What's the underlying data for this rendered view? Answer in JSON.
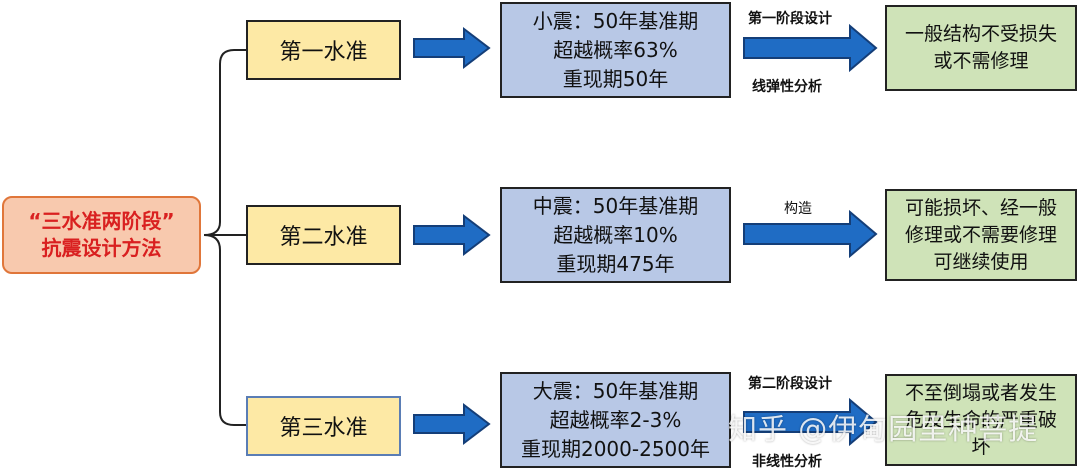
{
  "root": {
    "line1": "“三水准两阶段”",
    "line2": "抗震设计方法"
  },
  "levels": [
    {
      "label": "第一水准"
    },
    {
      "label": "第二水准"
    },
    {
      "label": "第三水准"
    }
  ],
  "quakes": [
    {
      "line1": "小震：50年基准期",
      "line2": "超越概率63%",
      "line3": "重现期50年"
    },
    {
      "line1": "中震：50年基准期",
      "line2": "超越概率10%",
      "line3": "重现期475年"
    },
    {
      "line1": "大震：50年基准期",
      "line2": "超越概率2-3%",
      "line3": "重现期2000-2500年"
    }
  ],
  "stages": {
    "first": {
      "top": "第一阶段设计",
      "bottom": "线弹性分析"
    },
    "middle": {
      "top": "构造"
    },
    "second": {
      "top": "第二阶段设计",
      "bottom": "非线性分析"
    }
  },
  "results": [
    {
      "line1": "一般结构不受损失",
      "line2": "或不需修理"
    },
    {
      "line1": "可能损坏、经一般",
      "line2": "修理或不需要修理",
      "line3": "可继续使用"
    },
    {
      "line1": "不至倒塌或者发生",
      "line2": "危及生命的严重破",
      "line3": "坏"
    }
  ],
  "watermark": "知乎 @伊甸园里种菩提",
  "colors": {
    "arrow_fill": "#1f6cc4",
    "arrow_stroke": "#143e78",
    "root_text": "#d92020",
    "root_fill": "#f8c9ae",
    "level_fill": "#fde9a5",
    "quake_fill": "#b8c8e6",
    "result_fill": "#cfe3b8"
  }
}
